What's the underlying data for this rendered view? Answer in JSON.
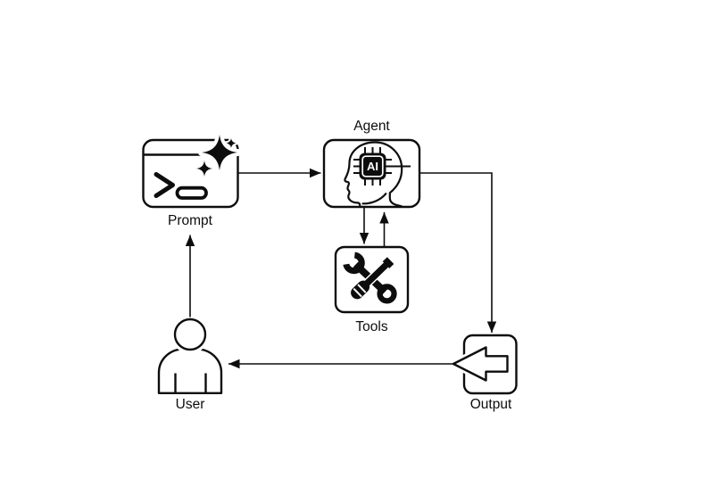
{
  "colors": {
    "background": "#ffffff",
    "line": "#0d0d0d"
  },
  "nodes": {
    "prompt": {
      "label": "Prompt",
      "icon": "terminal-sparkle-icon"
    },
    "agent": {
      "label": "Agent",
      "icon": "head-ai-chip-icon",
      "chip_text": "AI"
    },
    "tools": {
      "label": "Tools",
      "icon": "wrench-screwdriver-icon"
    },
    "output": {
      "label": "Output",
      "icon": "left-block-arrow-icon"
    },
    "user": {
      "label": "User",
      "icon": "person-icon"
    }
  },
  "edges": [
    {
      "from": "Prompt",
      "to": "Agent"
    },
    {
      "from": "Agent",
      "to": "Tools"
    },
    {
      "from": "Tools",
      "to": "Agent"
    },
    {
      "from": "Agent",
      "to": "Output"
    },
    {
      "from": "Output",
      "to": "User"
    },
    {
      "from": "User",
      "to": "Prompt"
    }
  ]
}
